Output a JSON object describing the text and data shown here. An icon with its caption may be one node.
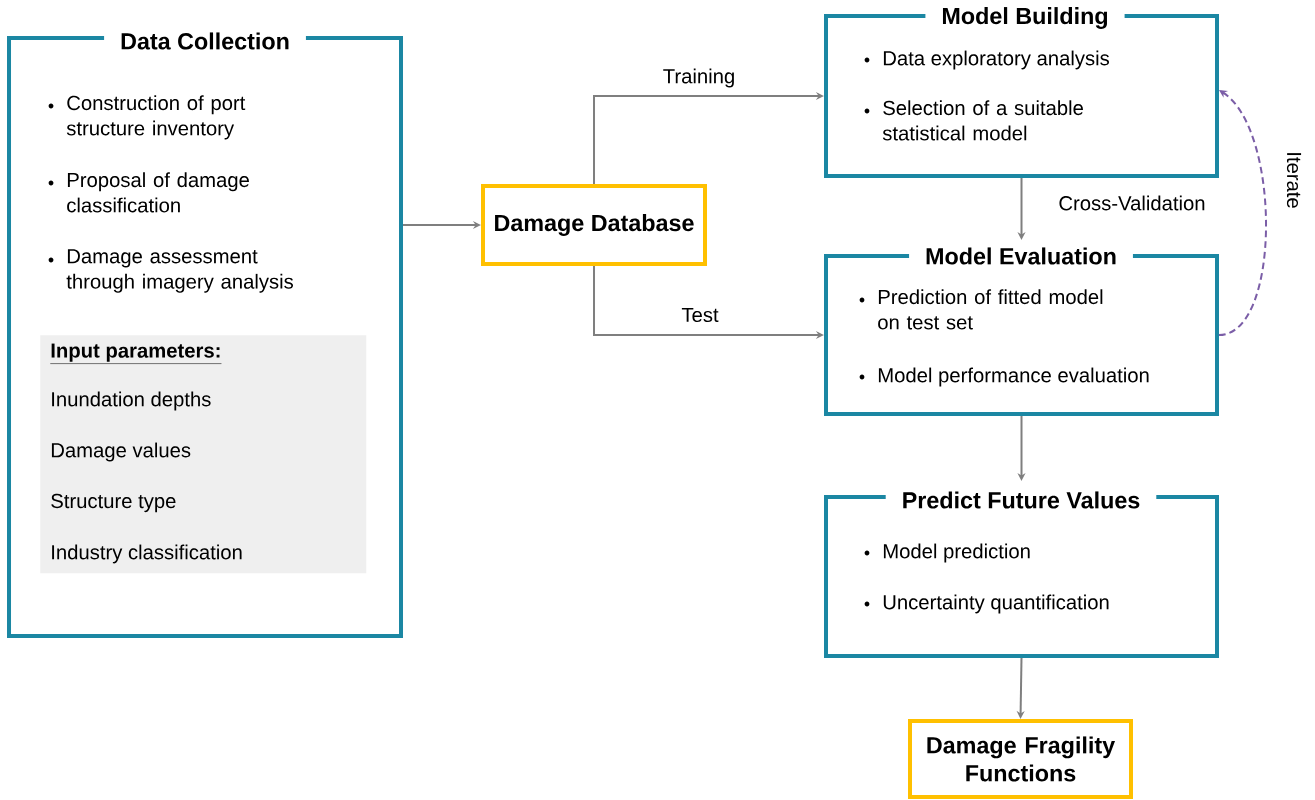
{
  "diagram": {
    "nodes": [
      {
        "text": [
          "Data Collection",
          "Construction of port structure inventory",
          "Proposal of damage classification",
          "Damage assessment through imagery analysis"
        ]
      },
      {
        "text": [
          "Input parameters:",
          "Inundation depths",
          "Damage values",
          "Structure type",
          "Industry classification"
        ],
        "in": 0
      },
      {
        "text": [
          "Damage Database"
        ]
      },
      {
        "text": [
          "Model Building",
          "Data exploratory analysis",
          "Selection of a suitable statistical model"
        ]
      },
      {
        "text": [
          "Model Evaluation",
          "Prediction of fitted model on test set",
          "Model performance evaluation"
        ]
      },
      {
        "text": [
          "Predict Future Values",
          "Model prediction",
          "Uncertainty quantification"
        ]
      },
      {
        "text": [
          "Damage Fragility Functions"
        ]
      }
    ],
    "edges": [
      {
        "from": 0,
        "to": 2,
        "arrow": "to"
      },
      {
        "from": 2,
        "to": 3,
        "arrow": "to",
        "label": "Training"
      },
      {
        "from": 2,
        "to": 4,
        "arrow": "to",
        "label": "Test"
      },
      {
        "from": 3,
        "to": 4,
        "arrow": "to",
        "label": "Cross-Validation"
      },
      {
        "from": 4,
        "to": 5,
        "arrow": "to"
      },
      {
        "from": 5,
        "to": 6,
        "arrow": "to"
      },
      {
        "from": 4,
        "to": 3,
        "arrow": "to",
        "label": "Iterate",
        "style": "dashed",
        "color": "#7b5ea7"
      }
    ]
  }
}
